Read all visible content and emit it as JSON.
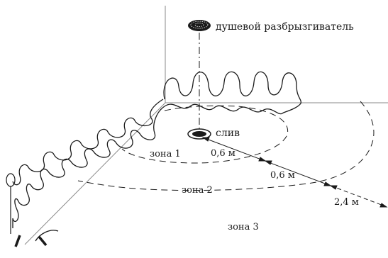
{
  "labels": {
    "sprinkler": "душевой разбрызгиватель",
    "drain": "слив",
    "zone1": "зона 1",
    "zone2": "зона 2",
    "zone3": "зона 3",
    "dist1": "0,6 м",
    "dist2": "0,6 м",
    "dist3": "2,4 м"
  },
  "colors": {
    "line": "#1a1a1a",
    "grid": "#8a8a8a",
    "sprinkler_fill": "#1a1a1a"
  }
}
